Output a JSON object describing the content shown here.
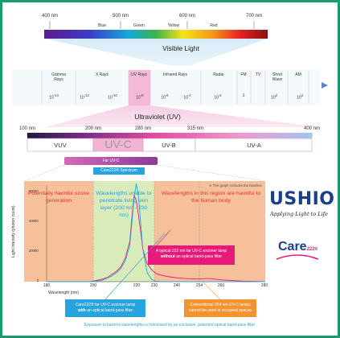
{
  "visible_spectrum": {
    "title": "Visible Light",
    "ticks": [
      "400 nm",
      "500 nm",
      "600 nm",
      "700 nm"
    ],
    "colors": [
      "Blue",
      "Green",
      "Yellow",
      "Red"
    ]
  },
  "em_spectrum": {
    "bands": [
      "Gamma Rays",
      "X Rays",
      "UV Rays",
      "Infrared Rays",
      "Radar",
      "FM",
      "TV",
      "Short Wave",
      "AM"
    ],
    "scale": [
      "10",
      "10",
      "10",
      "10",
      "10",
      "10",
      "1",
      "10",
      "10"
    ],
    "exponents": [
      "-14",
      "-12",
      "-10",
      "-8",
      "-6",
      "-4",
      "-2",
      "",
      "2",
      "4"
    ]
  },
  "uv_spectrum": {
    "title": "Ultraviolet (UV)",
    "ticks": [
      "100 nm",
      "200 nm",
      "280 nm",
      "315 nm",
      "400 nm"
    ],
    "bands": [
      "VUV",
      "UV-C",
      "UV-B",
      "UV-A"
    ],
    "far_uvc": "Far UV-C",
    "care222_spectrum": "Care222® Spectrum"
  },
  "chart": {
    "note": "※ This graph excludes the baseline",
    "ylabel": "Light Intensity (photon count)",
    "xlabel": "Wavelength (nm)",
    "yticks": [
      "60000",
      "40000",
      "20000",
      "0"
    ],
    "xticks": [
      "180",
      "200",
      "220",
      "230",
      "240",
      "254",
      "260",
      "280"
    ],
    "regions": {
      "ozone": "Potentially harmful ozone generation",
      "safe": "Wavelengths unable to penetrate living skin layer (200 nm - 230 nm)",
      "harmful": "Wavelengths in this region are harmful to the human body"
    },
    "callouts": {
      "lamp_without_1": "A typical 222 nm far UV-C excimer lamp",
      "lamp_without_bold": "without",
      "lamp_without_2": "an optical band-pass filter",
      "care_with_1": "Care222® far UV-C excimer lamp",
      "care_with_bold": "with",
      "care_with_2": "an optical band-pass filter",
      "conv_254": "Conventional 254 nm UV-C lamps cannot be used in occupied spaces"
    },
    "footer": "Exposure to harmful wavelengths is minimized by an exclusive, patented optical band-pass filter"
  },
  "brand": {
    "ushio": "USHIO",
    "tagline": "Applying Light to Life",
    "care": "Care",
    "care_num": "222",
    "care_reg": "®"
  },
  "colors": {
    "frame": "#1a9a6e",
    "ushio_blue": "#1a3e8c",
    "uv_pink": "#e64ba0",
    "care_blue": "#29a3dc",
    "harmful_orange": "#f6c09b",
    "safe_green": "#d8ebb8",
    "callout_pink": "#e8197a",
    "callout_orange": "#f29330"
  },
  "chart_data": {
    "type": "line",
    "xlim": [
      180,
      280
    ],
    "ylim": [
      0,
      65000
    ],
    "series": [
      {
        "name": "Care222 with filter",
        "color": "#29a3dc",
        "x": [
          180,
          200,
          205,
          208,
          210,
          212,
          214,
          216,
          218,
          219,
          220,
          221,
          222,
          223,
          224,
          226,
          228,
          230,
          232,
          235,
          240,
          245,
          250,
          254,
          260,
          270,
          280
        ],
        "y": [
          0,
          0,
          800,
          2500,
          4000,
          6000,
          9000,
          14000,
          24000,
          40000,
          56000,
          66000,
          58000,
          40000,
          22000,
          6000,
          1500,
          300,
          0,
          0,
          0,
          0,
          0,
          0,
          0,
          0,
          0
        ]
      },
      {
        "name": "Lamp without filter",
        "color": "#e8197a",
        "x": [
          180,
          200,
          205,
          208,
          210,
          212,
          214,
          216,
          218,
          219,
          220,
          221,
          222,
          223,
          224,
          226,
          228,
          230,
          232,
          235,
          240,
          245,
          250,
          254,
          260,
          270,
          280
        ],
        "y": [
          0,
          0,
          1500,
          3000,
          5000,
          7000,
          10000,
          16000,
          27000,
          43000,
          58000,
          55000,
          45000,
          34000,
          22000,
          12000,
          8000,
          5500,
          4500,
          3500,
          2500,
          2000,
          1800,
          2200,
          1200,
          400,
          0
        ]
      }
    ]
  }
}
